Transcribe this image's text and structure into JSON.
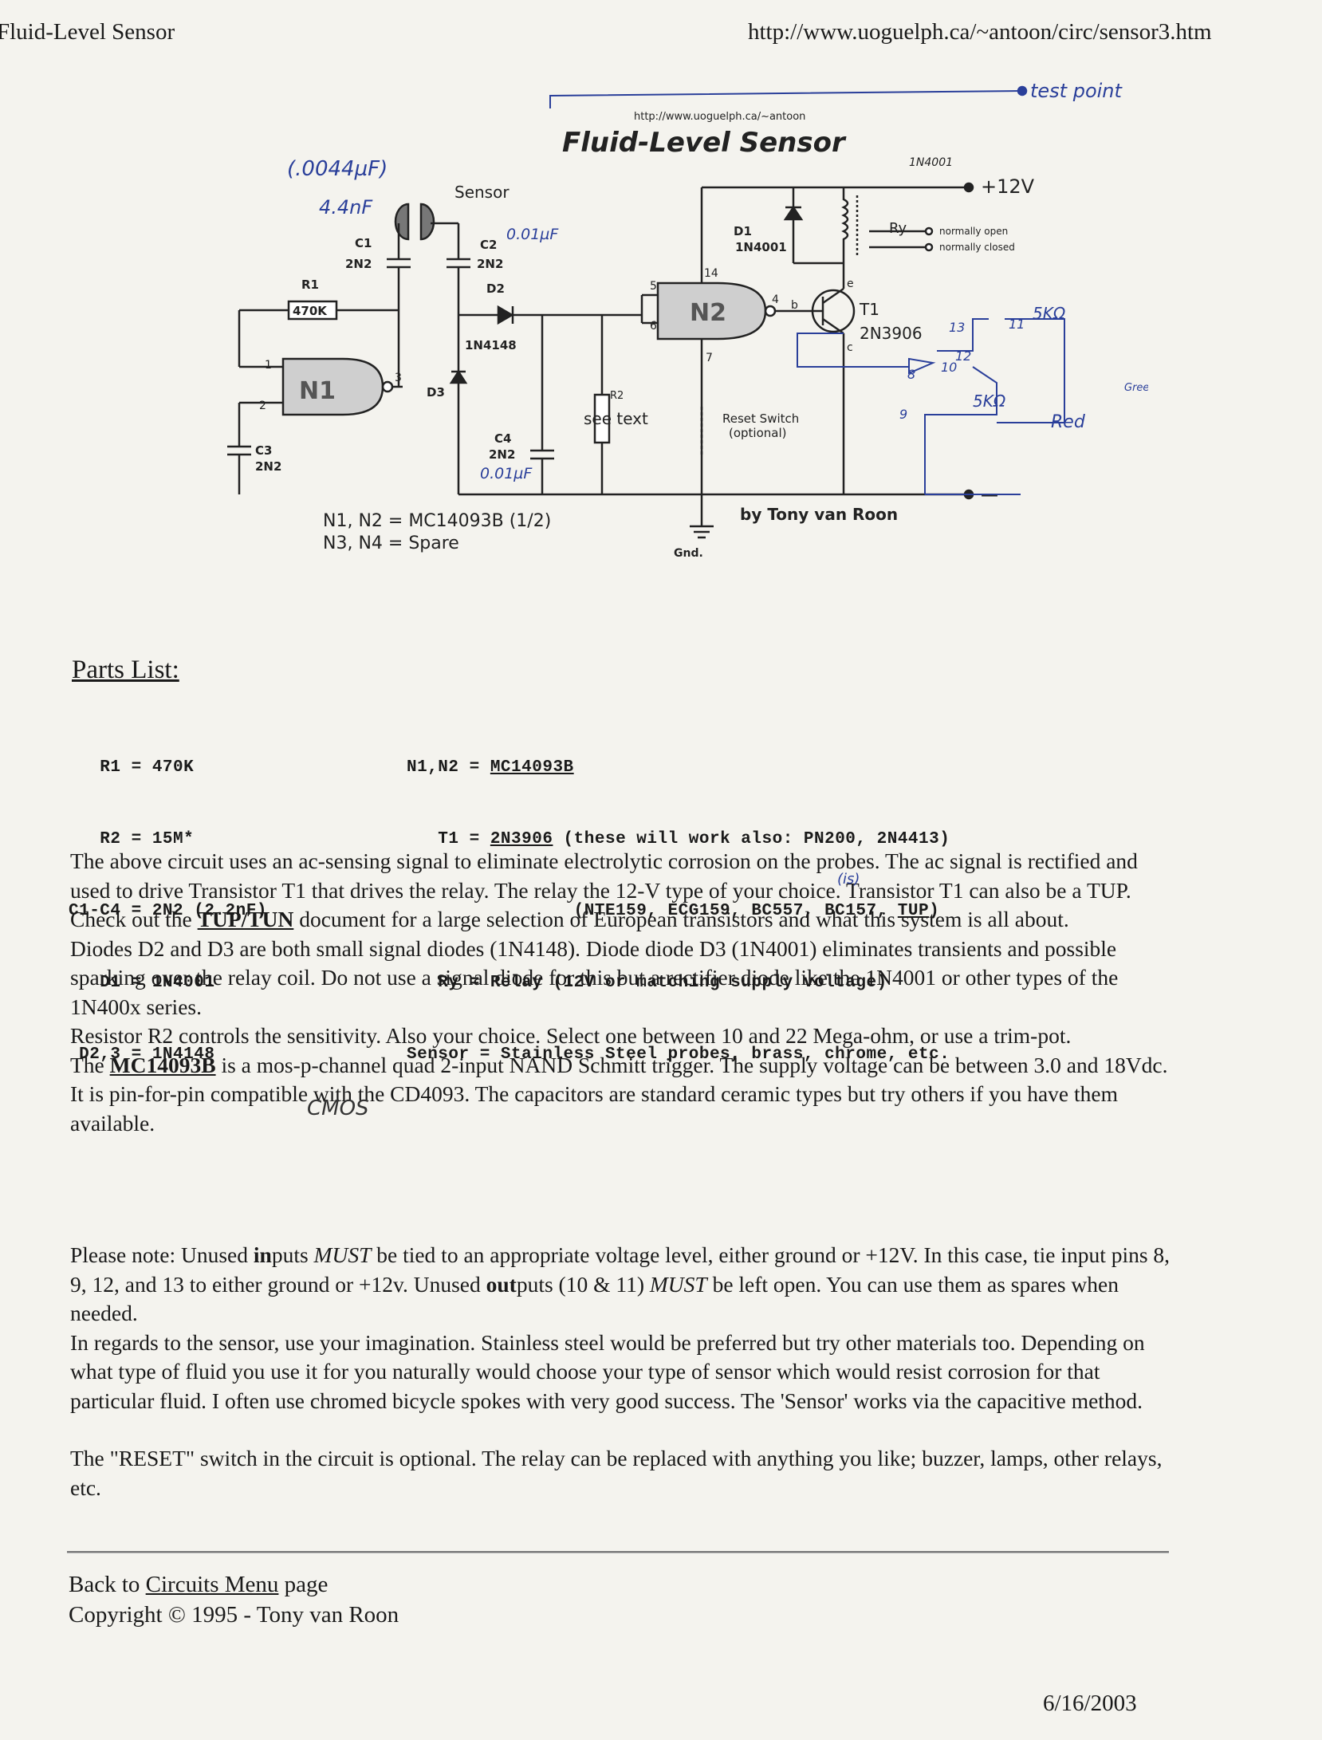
{
  "header": {
    "title": "Fluid-Level Sensor",
    "url": "http://www.uoguelph.ca/~antoon/circ/sensor3.htm"
  },
  "diagram": {
    "source_url": "http://www.uoguelph.ca/~antoon",
    "title": "Fluid-Level Sensor",
    "labels": {
      "sensor": "Sensor",
      "r1": "R1",
      "r1_value": "470K",
      "c1": "C1",
      "c1_value": "2N2",
      "c2": "C2",
      "c2_value": "2N2",
      "c3": "C3",
      "c3_value": "2N2",
      "c4": "C4",
      "c4_value": "2N2",
      "d1": "D1",
      "d1_part": "1N4001",
      "d2": "D2",
      "d2_part": "1N4148",
      "d3": "D3",
      "n1": "N1",
      "n2": "N2",
      "pin1": "1",
      "pin2": "2",
      "pin3": "3",
      "pin4": "4",
      "pin5": "5",
      "pin6": "6",
      "pin7": "7",
      "pin14": "14",
      "t1": "T1",
      "t1_part": "2N3906",
      "t1_b": "b",
      "t1_e": "e",
      "t1_c": "c",
      "ry": "Ry",
      "supply": "+12V",
      "normally_open": "normally open",
      "normally_closed": "normally closed",
      "r2": "R2",
      "r2_note": "see text",
      "reset_switch": "Reset Switch",
      "reset_optional": "(optional)",
      "gnd": "Gnd.",
      "ground_terminal": "—",
      "gates_line1": "N1, N2 = MC14093B (1/2)",
      "gates_line2": "N3, N4 = Spare",
      "author": "by Tony van Roon"
    },
    "handwritten": {
      "test_point": "test point",
      "c1_cap_a": "(.0044µF)",
      "c1_cap_b": "4.4nF",
      "c2_cap": "0.01µF",
      "c4_cap": "0.01µF",
      "diode_note": "1N4001",
      "pin13": "13",
      "pin11": "11",
      "pin12": "12",
      "pin10": "10",
      "pin8": "8",
      "pin9": "9",
      "res_top": "5KΩ",
      "res_mid": "5KΩ",
      "led_green": "Green",
      "led_red": "Red",
      "relay_note": "(is)",
      "cmos": "CMOS"
    }
  },
  "parts": {
    "heading": "Parts List:",
    "left": [
      "   R1 = 470K",
      "   R2 = 15M*",
      "C1-C4 = 2N2 (2.2nF)",
      "   D1 = 1N4001",
      " D2,3 = 1N4148"
    ],
    "right": {
      "n1n2_label": "N1,N2 = ",
      "n1n2_value": "MC14093B",
      "t1_label": "   T1 = ",
      "t1_value": "2N3906",
      "t1_rest": " (these will work also: PN200, 2N4413)",
      "t1_line2a": "                (NTE159, ECG159, BC557, BC157, ",
      "t1_line2b": "TUP",
      "t1_line2c": ")",
      "ry_line": "   Ry = Relay (12V or matching supply voltage)",
      "sensor_line": "Sensor = Stainless Steel probes, brass, chrome, etc."
    }
  },
  "paragraphs": {
    "p1a": "The above circuit uses an ac-sensing signal to eliminate electrolytic corrosion on the probes. The ac signal is rectified and used to drive Transistor T1 that drives the relay. The relay the 12-V type of your choice. Transistor T1 can also be a TUP. Check out the ",
    "p1_link": "TUP/TUN",
    "p1b": " document for a large selection of European transistors and what this system is all about.",
    "p2": "Diodes D2 and D3 are both small signal diodes (1N4148). Diode diode D3 (1N4001) eliminates transients and possible sparking over the relay coil. Do not use a signal diode for this but a rectifier diode like the 1N4001 or other types of the 1N400x series.",
    "p3": "Resistor R2 controls the sensitivity. Also your choice. Select one between 10 and 22 Mega-ohm, or use a trim-pot.",
    "p4a": "The ",
    "p4_link": "MC14093B",
    "p4b": " is a mos-p-channel quad 2-input NAND Schmitt trigger. The supply voltage can be between 3.0 and 18Vdc. It is pin-for-pin compatible with the CD4093. The capacitors are standard ceramic types but try others if you have them available.",
    "p5a": "Please note: Unused ",
    "p5b": "in",
    "p5c": "puts ",
    "p5d": "MUST",
    "p5e": " be tied to an appropriate voltage level, either ground or +12V. In this case, tie input pins 8, 9, 12, and 13 to either ground or +12v. Unused ",
    "p5f": "out",
    "p5g": "puts (10 & 11) ",
    "p5h": "MUST",
    "p5i": " be left open. You can use them as spares when needed.",
    "p6": "In regards to the sensor, use your imagination. Stainless steel would be preferred but try other materials too. Depending on what type of fluid you use it for you naturally would choose your type of sensor which would resist corrosion for that particular fluid. I often use chromed bicycle spokes with very good success. The 'Sensor' works via the capacitive method.",
    "p7": "The \"RESET\" switch in the circuit is optional. The relay can be replaced with anything you like; buzzer, lamps, other relays, etc."
  },
  "footer": {
    "back_a": "Back to ",
    "back_link": "Circuits Menu",
    "back_b": " page",
    "copyright": "Copyright © 1995 - Tony van Roon",
    "date": "6/16/2003"
  }
}
